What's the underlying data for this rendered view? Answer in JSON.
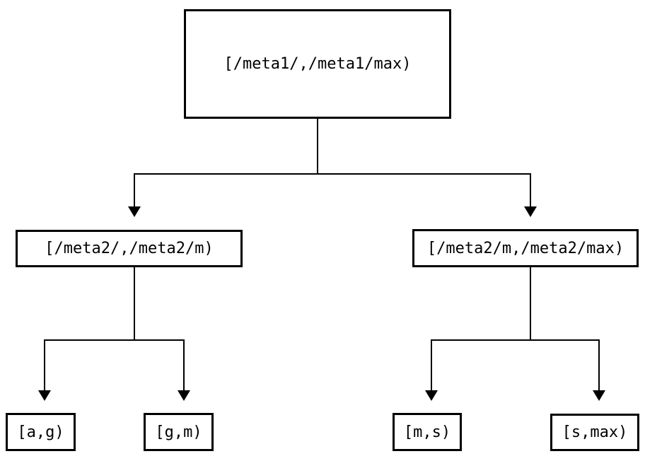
{
  "diagram": {
    "type": "binary-interval-tree",
    "colors": {
      "line": "#000000",
      "background": "#ffffff",
      "text": "#000000"
    },
    "nodes": {
      "root": {
        "label": "[/meta1/,/meta1/max)"
      },
      "meta2_left": {
        "label": "[/meta2/,/meta2/m)"
      },
      "meta2_right": {
        "label": "[/meta2/m,/meta2/max)"
      },
      "leaf_ag": {
        "label": "[a,g)"
      },
      "leaf_gm": {
        "label": "[g,m)"
      },
      "leaf_ms": {
        "label": "[m,s)"
      },
      "leaf_smax": {
        "label": "[s,max)"
      }
    },
    "edges": [
      {
        "from": "root",
        "to": "meta2_left"
      },
      {
        "from": "root",
        "to": "meta2_right"
      },
      {
        "from": "meta2_left",
        "to": "leaf_ag"
      },
      {
        "from": "meta2_left",
        "to": "leaf_gm"
      },
      {
        "from": "meta2_right",
        "to": "leaf_ms"
      },
      {
        "from": "meta2_right",
        "to": "leaf_smax"
      }
    ]
  }
}
